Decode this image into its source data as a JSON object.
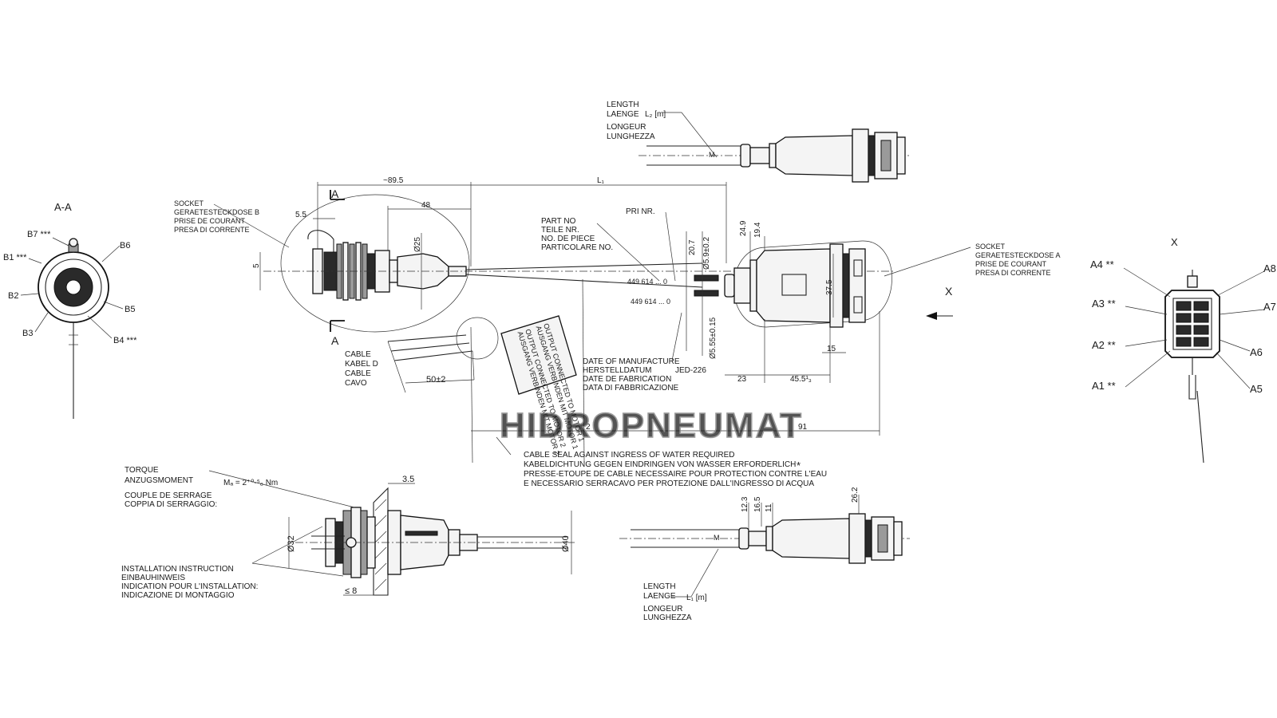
{
  "views": {
    "section_aa": "A-A",
    "view_x": "X",
    "cut_mark": "A",
    "arrow_label": "X"
  },
  "socket_b": [
    "SOCKET",
    "GERAETESTECKDOSE  B",
    "PRISE DE COURANT",
    "PRESA DI CORRENTE"
  ],
  "socket_a": [
    "SOCKET",
    "GERAETESTECKDOSE  A",
    "PRISE DE COURANT",
    "PRESA DI CORRENTE"
  ],
  "length_l2": [
    "LENGTH",
    "LAENGE",
    "LONGEUR",
    "LUNGHEZZA"
  ],
  "length_l2_sym": "L₂ [m]",
  "length_l1": [
    "LENGTH",
    "LAENGE",
    "LONGEUR",
    "LUNGHEZZA"
  ],
  "length_l1_sym": "L₁ [m]",
  "part_no": [
    "PART NO",
    "TEILE NR.",
    "NO. DE PIECE",
    "PARTICOLARE NO."
  ],
  "pri_no": "PRI NR.",
  "cable": [
    "CABLE",
    "KABEL D",
    "CABLE",
    "CAVO"
  ],
  "manufacture": [
    "DATE OF MANUFACTURE",
    "HERSTELLDATUM",
    "DATE DE FABRICATION",
    "DATA DI FABBRICAZIONE"
  ],
  "jed_code": "JED-226",
  "cable_seal": [
    "CABLE SEAL AGAINST INGRESS OF WATER REQUIRED",
    "KABELDICHTUNG GEGEN EINDRINGEN VON WASSER ERFORDERLICH",
    "PRESSE-ETOUPE DE CABLE NECESSAIRE POUR PROTECTION CONTRE L'EAU",
    "E NECESSARIO SERRACAVO PER PROTEZIONE DALL'INGRESSO DI ACQUA"
  ],
  "cable_seal_star": "*",
  "torque": [
    "TORQUE",
    "ANZUGSMOMENT",
    "COUPLE DE SERRAGE",
    "COPPIA DI SERRAGGIO:"
  ],
  "torque_value": "Mₐ = 2⁺⁰·⁵₀ Nm",
  "install": [
    "INSTALLATION INSTRUCTION",
    "EINBAUHINWEIS",
    "INDICATION POUR L'INSTALLATION:",
    "INDICAZIONE DI MONTAGGIO"
  ],
  "pins_left": [
    "B7 ***",
    "B1 ***",
    "B2",
    "B3",
    "B6",
    "B5",
    "B4 ***"
  ],
  "pins_right": [
    "A4 **",
    "A3 **",
    "A2 **",
    "A1 **",
    "A8",
    "A7",
    "A6",
    "A5"
  ],
  "dims": {
    "d89_5": "~89.5",
    "L1": "L₁",
    "d48": "48",
    "d5_5": "5.5",
    "dia25": "Ø25",
    "d5": "5",
    "d20_7": "20.7",
    "dia5_9": "Ø5.9±0.2",
    "d24_9": "24.9",
    "d19_4": "19.4",
    "d37_5": "37.5",
    "d15": "15",
    "d23": "23",
    "d45_5": "45.5¹₃",
    "dia5_55": "Ø5.55±0.15",
    "d50": "50±2",
    "d91": "91",
    "d2": "2",
    "d3_5": "3.5",
    "dia32": "Ø32",
    "dia40": "Ø40",
    "d8": "≤ 8",
    "d12_3": "12.3",
    "d16_5": "16.5",
    "d11": "11",
    "d26_2": "26.2",
    "m_mark": "M"
  },
  "label_449a": "449 614 ... 0",
  "label_449b": "449 614 ... 0",
  "label_card": [
    "OUTPUT CONNECTED TO MOTOR 1",
    "AUSGANG VERBINDEN MIT MOTOR 1",
    "OUTPUT CONNECTED TO MOTOR 2",
    "AUSGANG VERBINDEN MIT MOTOR 2"
  ],
  "watermark": "HIDROPNEUMAT"
}
